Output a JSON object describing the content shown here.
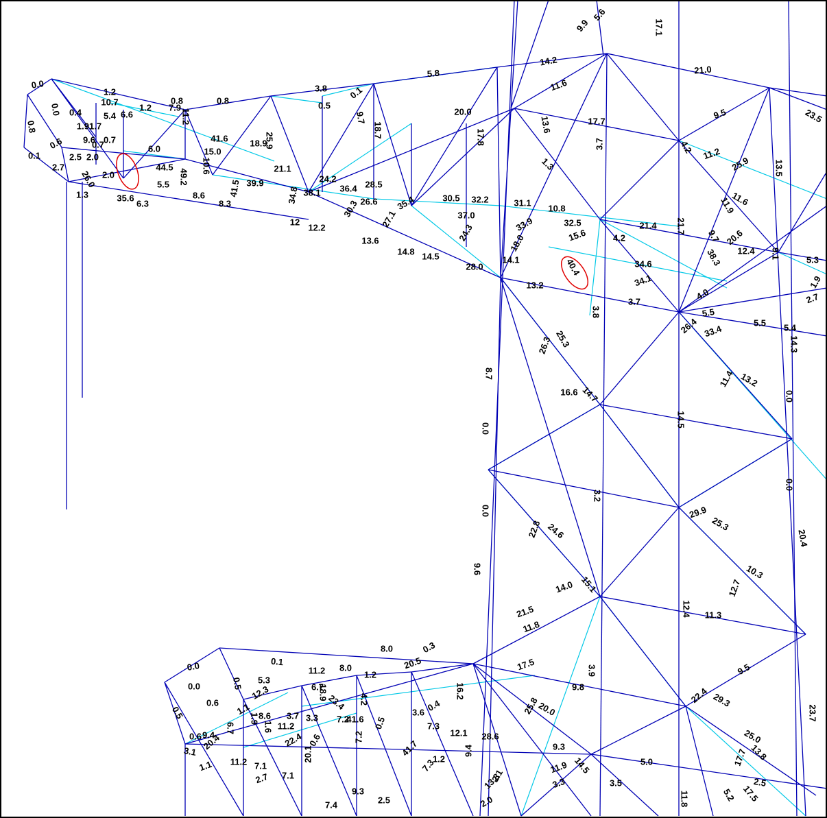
{
  "colors": {
    "primary_member": "#0000b4",
    "secondary_member": "#00c8e6",
    "label": "#000000",
    "highlight": "#e00000",
    "border": "#000000",
    "background": "#ffffff"
  },
  "labels": [
    "0.0",
    "0.0",
    "0.8",
    "0.4",
    "1.2",
    "10.7",
    "0.8",
    "0.8",
    "3.8",
    "0.1",
    "5.8",
    "14.2",
    "9.9",
    "5.6",
    "17.1",
    "21.0",
    "11.6",
    "1.91.7",
    "5.4",
    "6.6",
    "1.2",
    "7.9",
    "11.2",
    "0.7",
    "0.5",
    "9.7",
    "20.0",
    "18.7",
    "17.8",
    "13.6",
    "17.7",
    "3.7",
    "9.5",
    "23.5",
    "0.6",
    "0.7",
    "9.6",
    "0.1",
    "2.5",
    "2.0",
    "2.7",
    "26.0",
    "2.0",
    "35.6",
    "6.3",
    "5.5",
    "8.6",
    "8.3",
    "6.0",
    "44.5",
    "49.2",
    "41.6",
    "15.0",
    "10.6",
    "18.9",
    "25.9",
    "21.1",
    "39.9",
    "41.5",
    "34.8",
    "38.1",
    "12",
    "12.2",
    "24.2",
    "36.4",
    "30.3",
    "26.6",
    "28.5",
    "35.4",
    "27.1",
    "30.5",
    "32.2",
    "37.0",
    "24.3",
    "31.1",
    "33.9",
    "18.0",
    "13.6",
    "14.8",
    "14.5",
    "28.0",
    "10.8",
    "32.5",
    "15.6",
    "4.2",
    "1.3",
    "4.2",
    "11.2",
    "25.9",
    "11.9",
    "11.6",
    "13.5",
    "21.4",
    "21.7",
    "9.7",
    "20.6",
    "12.4",
    "5.3",
    "1.9",
    "2.7",
    "38.3",
    "34.6",
    "34.1",
    "4.0",
    "9.1",
    "40.4",
    "14.1",
    "13.2",
    "3.8",
    "3.7",
    "5.5",
    "26.4",
    "33.4",
    "5.5",
    "5.4",
    "14.3",
    "26.3",
    "25.3",
    "16.6",
    "14.7",
    "11.4",
    "13.2",
    "8.7",
    "0.0",
    "14.5",
    "0.0",
    "0.0",
    "3.2",
    "29.9",
    "25.3",
    "0.0",
    "24.6",
    "22.8",
    "20.4",
    "12.7",
    "10.3",
    "9.6",
    "14.0",
    "15.1",
    "12.4",
    "11.3",
    "21.5",
    "11.8",
    "17.5",
    "3.9",
    "9.8",
    "25.8",
    "20.0",
    "22.4",
    "29.3",
    "9.5",
    "23.7",
    "25.0",
    "13.8",
    "17.7",
    "9.3",
    "5.0",
    "11.9",
    "14.5",
    "3.3",
    "3.5",
    "11.8",
    "2.5",
    "17.5",
    "5.2",
    "0.0",
    "0.1",
    "11.2",
    "8.0",
    "8.0",
    "0.3",
    "0.5",
    "5.3",
    "12.3",
    "6.7",
    "20.5",
    "18.9",
    "1.2",
    "16.2",
    "23.4",
    "4.2",
    "0.0",
    "0.6",
    "0.6",
    "9.4",
    "1.1",
    "8.6",
    "3.7",
    "3.3",
    "7.2",
    "41.6",
    "3.6",
    "0.4",
    "0.5",
    "20.4",
    "6.7",
    "1.9",
    "1.6",
    "11.2",
    "22.4",
    "0.6",
    "20.1",
    "7.2",
    "7.3",
    "12.1",
    "9.4",
    "28.6",
    "41.7",
    "0.5",
    "1.2",
    "7.3",
    "13.3",
    "2.1",
    "1.1",
    "3.1",
    "11.2",
    "2.7",
    "7.1",
    "7.1",
    "7.4",
    "9.3",
    "2.5",
    "2.0",
    "1.3"
  ]
}
